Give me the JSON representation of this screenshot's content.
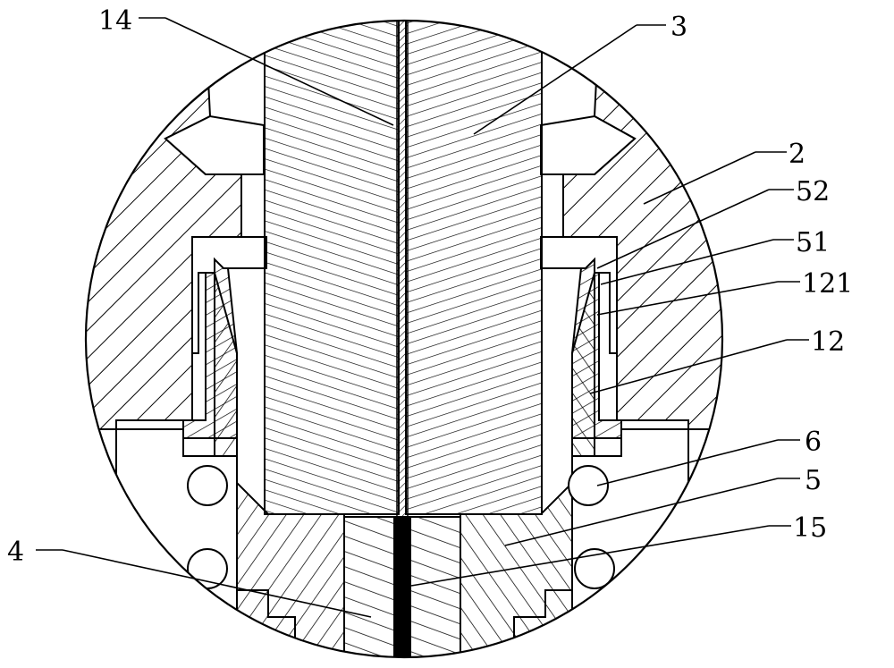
{
  "figure": {
    "kind": "patent cross-section detail view",
    "colors": {
      "ink": "#000000",
      "background": "#ffffff"
    }
  },
  "callouts": [
    {
      "id": "c14",
      "text": "14"
    },
    {
      "id": "c3",
      "text": "3"
    },
    {
      "id": "c2",
      "text": "2"
    },
    {
      "id": "c52",
      "text": "52"
    },
    {
      "id": "c51",
      "text": "51"
    },
    {
      "id": "c121",
      "text": "121"
    },
    {
      "id": "c12",
      "text": "12"
    },
    {
      "id": "c6",
      "text": "6"
    },
    {
      "id": "c5",
      "text": "5"
    },
    {
      "id": "c15",
      "text": "15"
    },
    {
      "id": "c4",
      "text": "4"
    }
  ]
}
